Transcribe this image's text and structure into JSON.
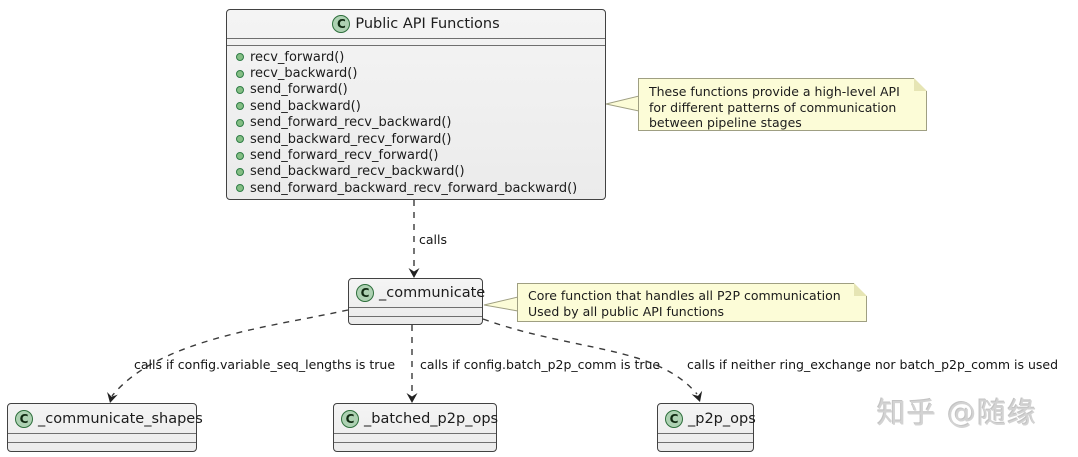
{
  "diagram": {
    "classes": {
      "public_api": {
        "icon_letter": "C",
        "title": "Public API Functions",
        "methods": [
          "recv_forward()",
          "recv_backward()",
          "send_forward()",
          "send_backward()",
          "send_forward_recv_backward()",
          "send_backward_recv_forward()",
          "send_forward_recv_forward()",
          "send_backward_recv_backward()",
          "send_forward_backward_recv_forward_backward()"
        ]
      },
      "communicate": {
        "icon_letter": "C",
        "title": "_communicate"
      },
      "communicate_shapes": {
        "icon_letter": "C",
        "title": "_communicate_shapes"
      },
      "batched_p2p_ops": {
        "icon_letter": "C",
        "title": "_batched_p2p_ops"
      },
      "p2p_ops": {
        "icon_letter": "C",
        "title": "_p2p_ops"
      }
    },
    "notes": {
      "api_note": {
        "line1": "These functions provide a high-level API",
        "line2": "for different patterns of communication",
        "line3": "between pipeline stages"
      },
      "communicate_note": {
        "line1": "Core function that handles all P2P communication",
        "line2": "Used by all public API functions"
      }
    },
    "edges": {
      "api_to_communicate": "calls",
      "to_communicate_shapes": "calls if config.variable_seq_lengths is true",
      "to_batched_p2p_ops": "calls if config.batch_p2p_comm is true",
      "to_p2p_ops": "calls if neither ring_exchange nor batch_p2p_comm is used"
    },
    "watermark": "知乎 @随缘",
    "colors": {
      "class_fill": "#f0f0f0",
      "class_border": "#424242",
      "icon_circle_fill": "#add1b2",
      "icon_circle_border": "#2e6f3c",
      "method_dot_fill": "#84be84",
      "note_fill": "#fcfcd7",
      "note_border": "#9f9f82",
      "edge_color": "#3a3a3a",
      "watermark_color": "#d3d3d3"
    }
  }
}
